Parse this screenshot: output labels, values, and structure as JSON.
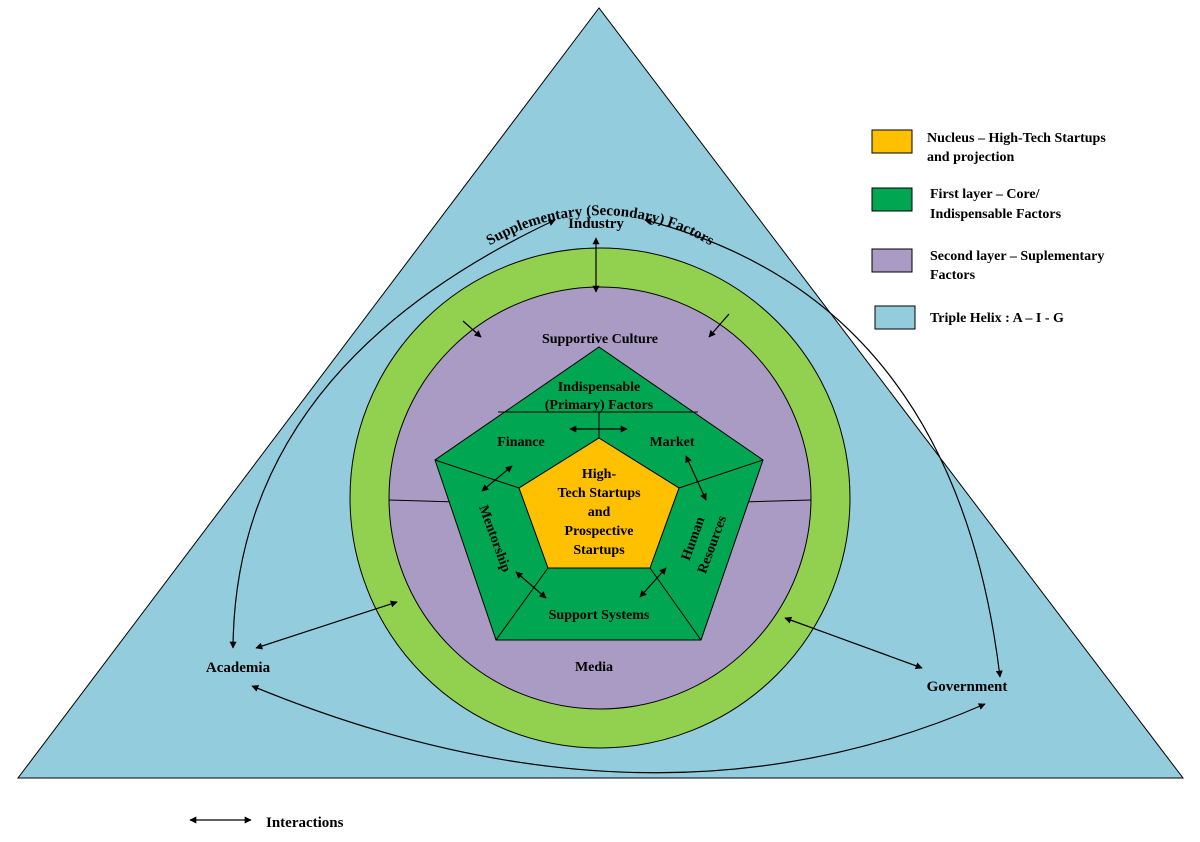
{
  "colors": {
    "triple_helix": "#93CDDD",
    "second_layer": "#A99BC3",
    "ring": "#92D050",
    "first_layer": "#00A651",
    "nucleus": "#FFC000",
    "line": "#000000"
  },
  "triple_helix": {
    "industry": "Industry",
    "academia": "Academia",
    "government": "Government"
  },
  "outer_ring": {
    "label": "Supplementary (Secondary) Factors"
  },
  "second_layer": {
    "top": "Supportive Culture",
    "bottom": "Media"
  },
  "first_layer": {
    "title_line1": "Indispensable",
    "title_line2": "(Primary) Factors",
    "finance": "Finance",
    "market": "Market",
    "mentorship": "Mentorship",
    "human_resources_line1": "Human",
    "human_resources_line2": "Resources",
    "support_systems": "Support Systems"
  },
  "nucleus": {
    "line1": "High-",
    "line2": "Tech Startups",
    "line3": "and",
    "line4": "Prospective",
    "line5": "Startups"
  },
  "legend": [
    {
      "line1": "Nucleus – High-Tech Startups",
      "line2": "and projection",
      "color": "#FFC000"
    },
    {
      "line1": "First layer – Core/",
      "line2": "Indispensable Factors",
      "color": "#00A651"
    },
    {
      "line1": "Second layer – Suplementary",
      "line2": "Factors",
      "color": "#A99BC3"
    },
    {
      "line1": "Triple Helix : A – I - G",
      "line2": "",
      "color": "#93CDDD"
    }
  ],
  "interactions_label": "Interactions"
}
